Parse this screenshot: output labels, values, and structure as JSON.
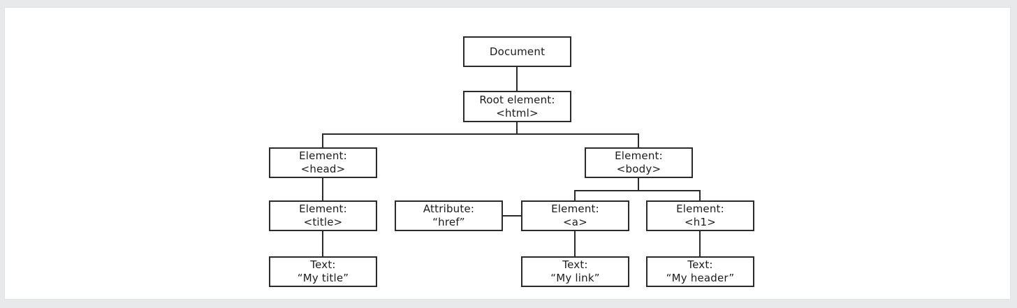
{
  "diagram": {
    "description_kind": "html-dom-tree",
    "colors": {
      "page_background": "#e8e9eb",
      "panel_background": "#ffffff",
      "line": "#2b2b2b",
      "text": "#1c1c1c",
      "node_fill": "#ffffff"
    },
    "nodes": {
      "document": {
        "label": "Document"
      },
      "html": {
        "kind": "Root element:",
        "value": "<html>"
      },
      "head": {
        "kind": "Element:",
        "value": "<head>"
      },
      "body": {
        "kind": "Element:",
        "value": "<body>"
      },
      "title": {
        "kind": "Element:",
        "value": "<title>"
      },
      "href_attr": {
        "kind": "Attribute:",
        "value": "“href”"
      },
      "a": {
        "kind": "Element:",
        "value": "<a>"
      },
      "h1": {
        "kind": "Element:",
        "value": "<h1>"
      },
      "text_title": {
        "kind": "Text:",
        "value": "“My title”"
      },
      "text_link": {
        "kind": "Text:",
        "value": "“My link”"
      },
      "text_header": {
        "kind": "Text:",
        "value": "“My header”"
      }
    },
    "edges": [
      "document-html",
      "html-branch",
      "branch-head",
      "branch-body",
      "head-title",
      "title-texttitle",
      "body-branch",
      "branch-a",
      "branch-h1",
      "attr-a",
      "a-textlink",
      "h1-textheader"
    ]
  }
}
